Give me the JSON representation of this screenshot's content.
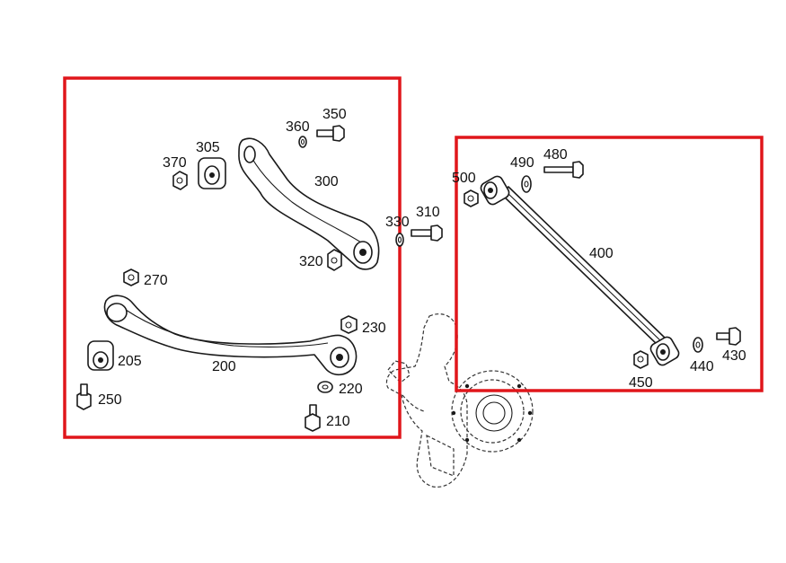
{
  "diagram": {
    "callouts": {
      "p350": "350",
      "p360": "360",
      "p305": "305",
      "p370": "370",
      "p300": "300",
      "p330": "330",
      "p310": "310",
      "p320": "320",
      "p270": "270",
      "p230": "230",
      "p205": "205",
      "p200": "200",
      "p220": "220",
      "p250": "250",
      "p210": "210",
      "p500": "500",
      "p490": "490",
      "p480": "480",
      "p400": "400",
      "p450": "450",
      "p440": "440",
      "p430": "430"
    },
    "highlight_color": "#e0161b",
    "line_color": "#1a1a1a"
  }
}
